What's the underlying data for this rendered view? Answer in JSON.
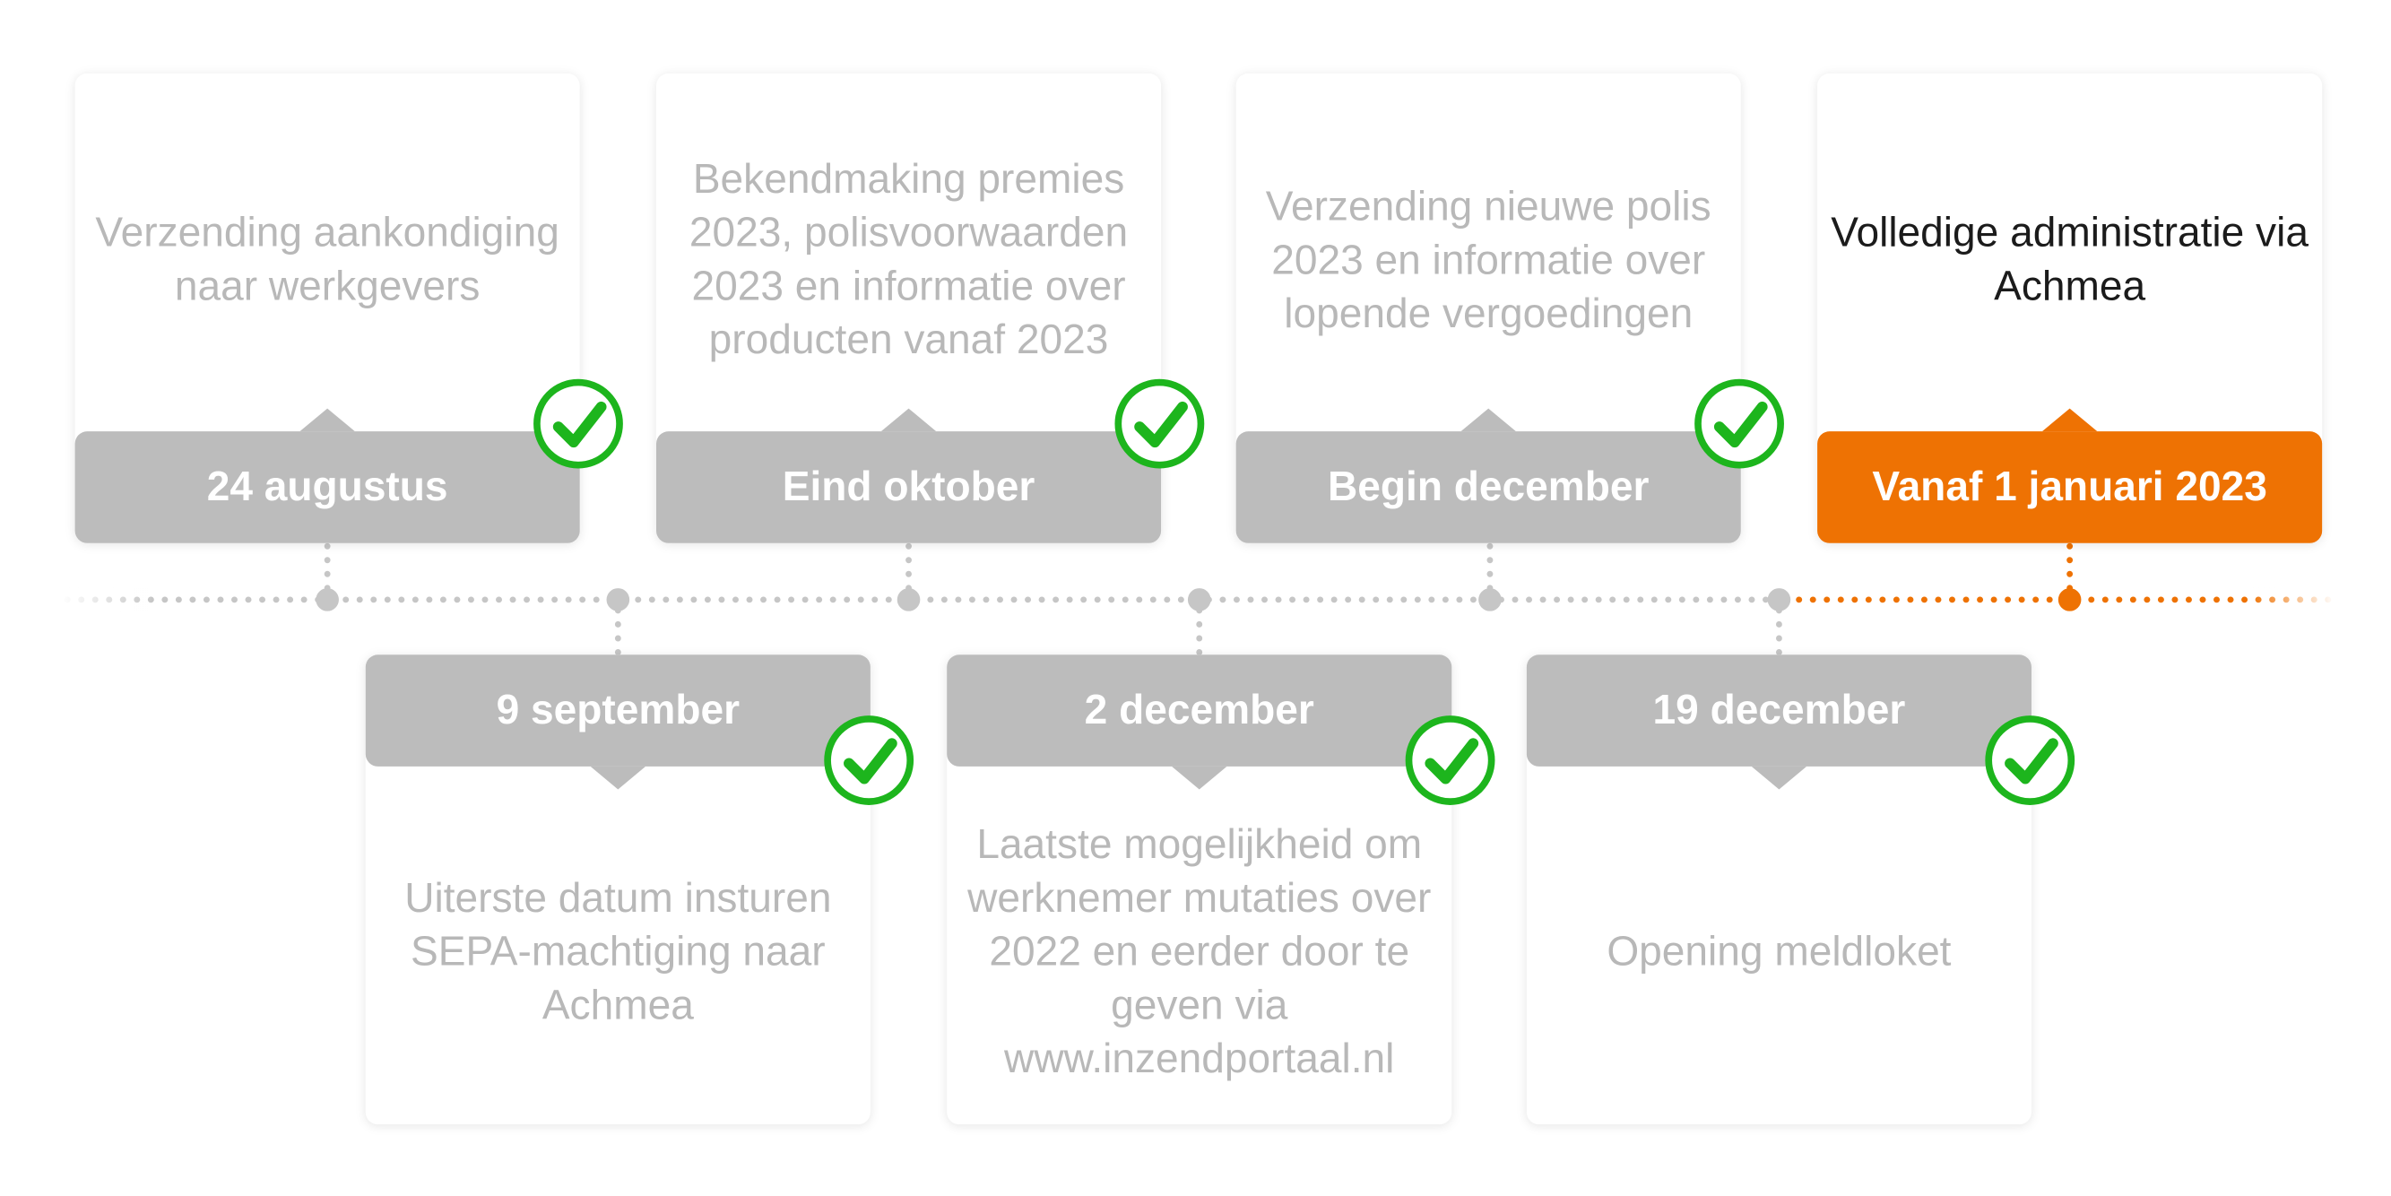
{
  "milestones_top": [
    {
      "date": "24 augustus",
      "description": "Verzending aankondiging naar werkgevers",
      "completed": true
    },
    {
      "date": "Eind oktober",
      "description": "Bekendmaking premies 2023, polisvoorwaarden 2023 en informatie over producten vanaf 2023",
      "completed": true
    },
    {
      "date": "Begin december",
      "description": "Verzending nieuwe polis 2023 en informatie over lopende vergoedingen",
      "completed": true
    },
    {
      "date": "Vanaf 1 januari 2023",
      "description": "Volledige administratie via Achmea",
      "completed": false,
      "current": true
    }
  ],
  "milestones_bottom": [
    {
      "date": "9 september",
      "description": "Uiterste datum insturen SEPA-machtiging naar Achmea",
      "completed": true
    },
    {
      "date": "2 december",
      "description": "Laatste mogelijkheid om werknemer mutaties over 2022 en eerder door te geven via www.inzendportaal.nl",
      "completed": true
    },
    {
      "date": "19 december",
      "description": "Opening meldloket",
      "completed": true
    }
  ],
  "colors": {
    "completed_pill": "#bcbcbc",
    "current_pill": "#ee7203",
    "check": "#1db51d",
    "muted_text": "#b8b8b8",
    "timeline_gray": "#c6c6c6",
    "timeline_orange": "#ee7203"
  },
  "icons": {
    "completed": "check-circle-icon"
  }
}
